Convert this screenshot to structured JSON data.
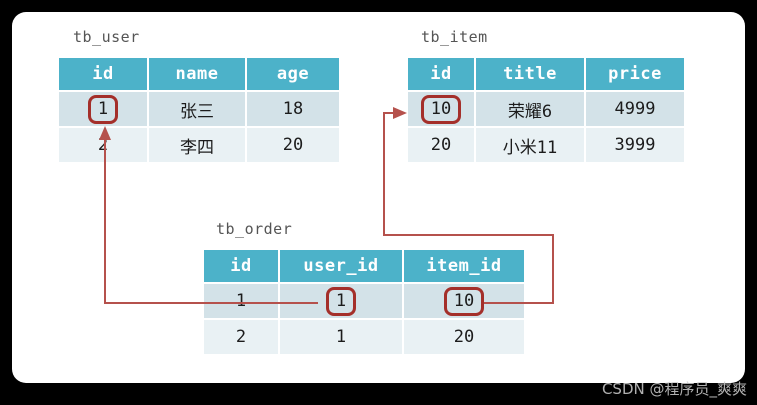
{
  "diagram": {
    "title_color": "#555555",
    "header_color": "#4cb2c9",
    "row_color_a": "#d3e2e8",
    "row_color_b": "#e9f1f4",
    "highlight_color": "#a42f2a",
    "connector_color": "#b5514c",
    "card_background": "#ffffff",
    "page_background": "#000000"
  },
  "tables": {
    "user": {
      "title": "tb_user",
      "columns": [
        "id",
        "name",
        "age"
      ],
      "rows": [
        [
          "1",
          "张三",
          "18"
        ],
        [
          "2",
          "李四",
          "20"
        ]
      ],
      "highlighted": {
        "row": 0,
        "col": 0,
        "value": "1"
      }
    },
    "item": {
      "title": "tb_item",
      "columns": [
        "id",
        "title",
        "price"
      ],
      "rows": [
        [
          "10",
          "荣耀6",
          "4999"
        ],
        [
          "20",
          "小米11",
          "3999"
        ]
      ],
      "highlighted": {
        "row": 0,
        "col": 0,
        "value": "10"
      }
    },
    "order": {
      "title": "tb_order",
      "columns": [
        "id",
        "user_id",
        "item_id"
      ],
      "rows": [
        [
          "1",
          "1",
          "10"
        ],
        [
          "2",
          "1",
          "20"
        ]
      ],
      "highlighted": [
        {
          "row": 0,
          "col": 1,
          "value": "1"
        },
        {
          "row": 0,
          "col": 2,
          "value": "10"
        }
      ]
    }
  },
  "relations": [
    {
      "name": "order-user-id-to-user-id",
      "from": "tb_order.user_id",
      "to": "tb_user.id",
      "arrow": "up"
    },
    {
      "name": "order-item-id-to-item-id",
      "from": "tb_order.item_id",
      "to": "tb_item.id",
      "arrow": "right"
    }
  ],
  "watermark": {
    "text": "CSDN @程序员_爽爽"
  }
}
